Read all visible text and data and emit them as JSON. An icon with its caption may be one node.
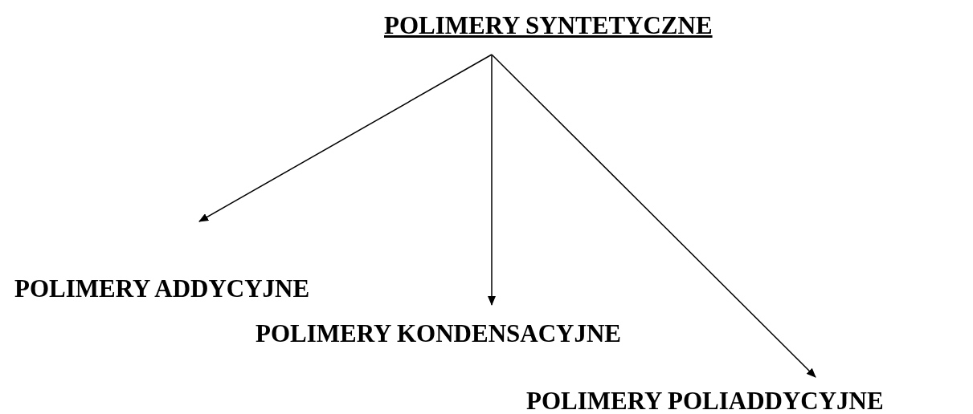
{
  "diagram": {
    "nodes": [
      {
        "text": [
          "POLIMERY SYNTETYCZNE"
        ]
      },
      {
        "text": [
          "POLIMERY ADDYCYJNE"
        ]
      },
      {
        "text": [
          "POLIMERY KONDENSACYJNE"
        ]
      },
      {
        "text": [
          "POLIMERY POLIADDYCYJNE"
        ]
      }
    ],
    "edges": [
      {
        "from": 0,
        "to": 1,
        "arrow": "to"
      },
      {
        "from": 0,
        "to": 2,
        "arrow": "to"
      },
      {
        "from": 0,
        "to": 3,
        "arrow": "to"
      }
    ]
  }
}
